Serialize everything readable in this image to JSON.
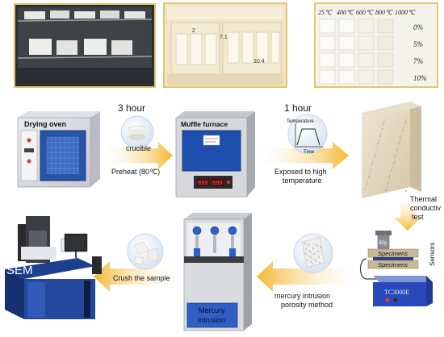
{
  "steps": {
    "drying_oven_label": "Drying oven",
    "duration_1": "3 hour",
    "crucible_label": "crucible",
    "preheat_label": "Preheat (80℃)",
    "muffle_furnace_label": "Muffle furnace",
    "duration_2": "1 hour",
    "temperature_axis": "Temperature",
    "time_axis": "Time",
    "exposed_label": [
      "Exposed to high",
      "temperature"
    ],
    "thermal_label": [
      "Thermal",
      "conductiv",
      "test"
    ],
    "weight_label": "50g",
    "specimens_top": "Specimens",
    "specimens_bottom": "Specimens",
    "sensors_label": "Sensors",
    "device_label": "TC3000E",
    "mercury_method": [
      "mercury intrusion",
      "porosity method"
    ],
    "mercury_machine": [
      "Mercury",
      "intrusion"
    ],
    "crush_label": "Crush the sample",
    "sem_label": "SEM"
  },
  "photo_grid": {
    "temps": [
      "25℃",
      "400℃",
      "600℃",
      "800℃",
      "1000℃"
    ],
    "percents": [
      "0%",
      "5%",
      "7%",
      "10%"
    ]
  },
  "furnace_tags": [
    "2",
    "7.1",
    "10.4"
  ],
  "colors": {
    "arrow": "#f4b731",
    "frame": "#e3c56a",
    "oven_blue": "#2854a6",
    "furnace_blue": "#1f4fae",
    "mercury_blue": "#2f5fc4"
  }
}
